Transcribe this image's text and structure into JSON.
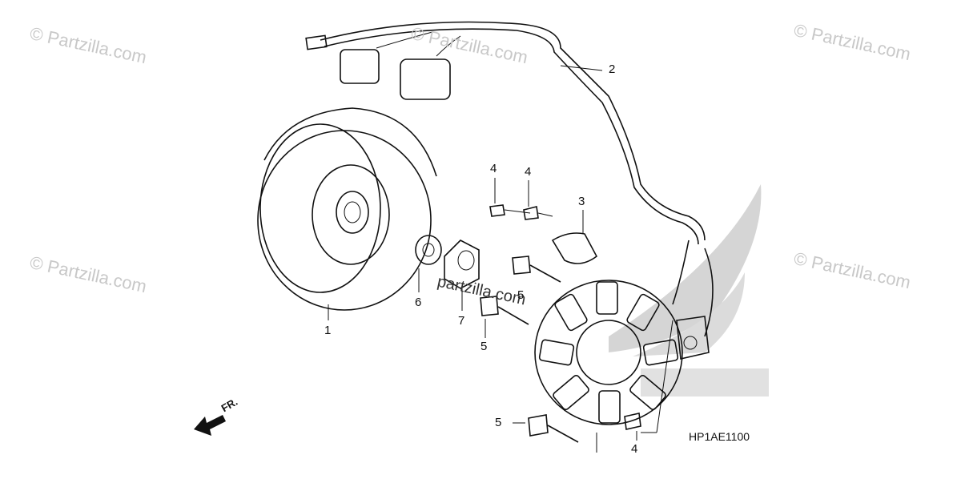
{
  "watermark": "© Partzilla.com",
  "center_watermark": "partzilla.com",
  "diagram_code": "HP1AE1100",
  "front_marker": "FR.",
  "callouts": {
    "c1": "1",
    "c2": "2",
    "c3": "3",
    "c4a": "4",
    "c4b": "4",
    "c4c": "4",
    "c5a": "5",
    "c5b": "5",
    "c5c": "5",
    "c6": "6",
    "c7": "7"
  }
}
